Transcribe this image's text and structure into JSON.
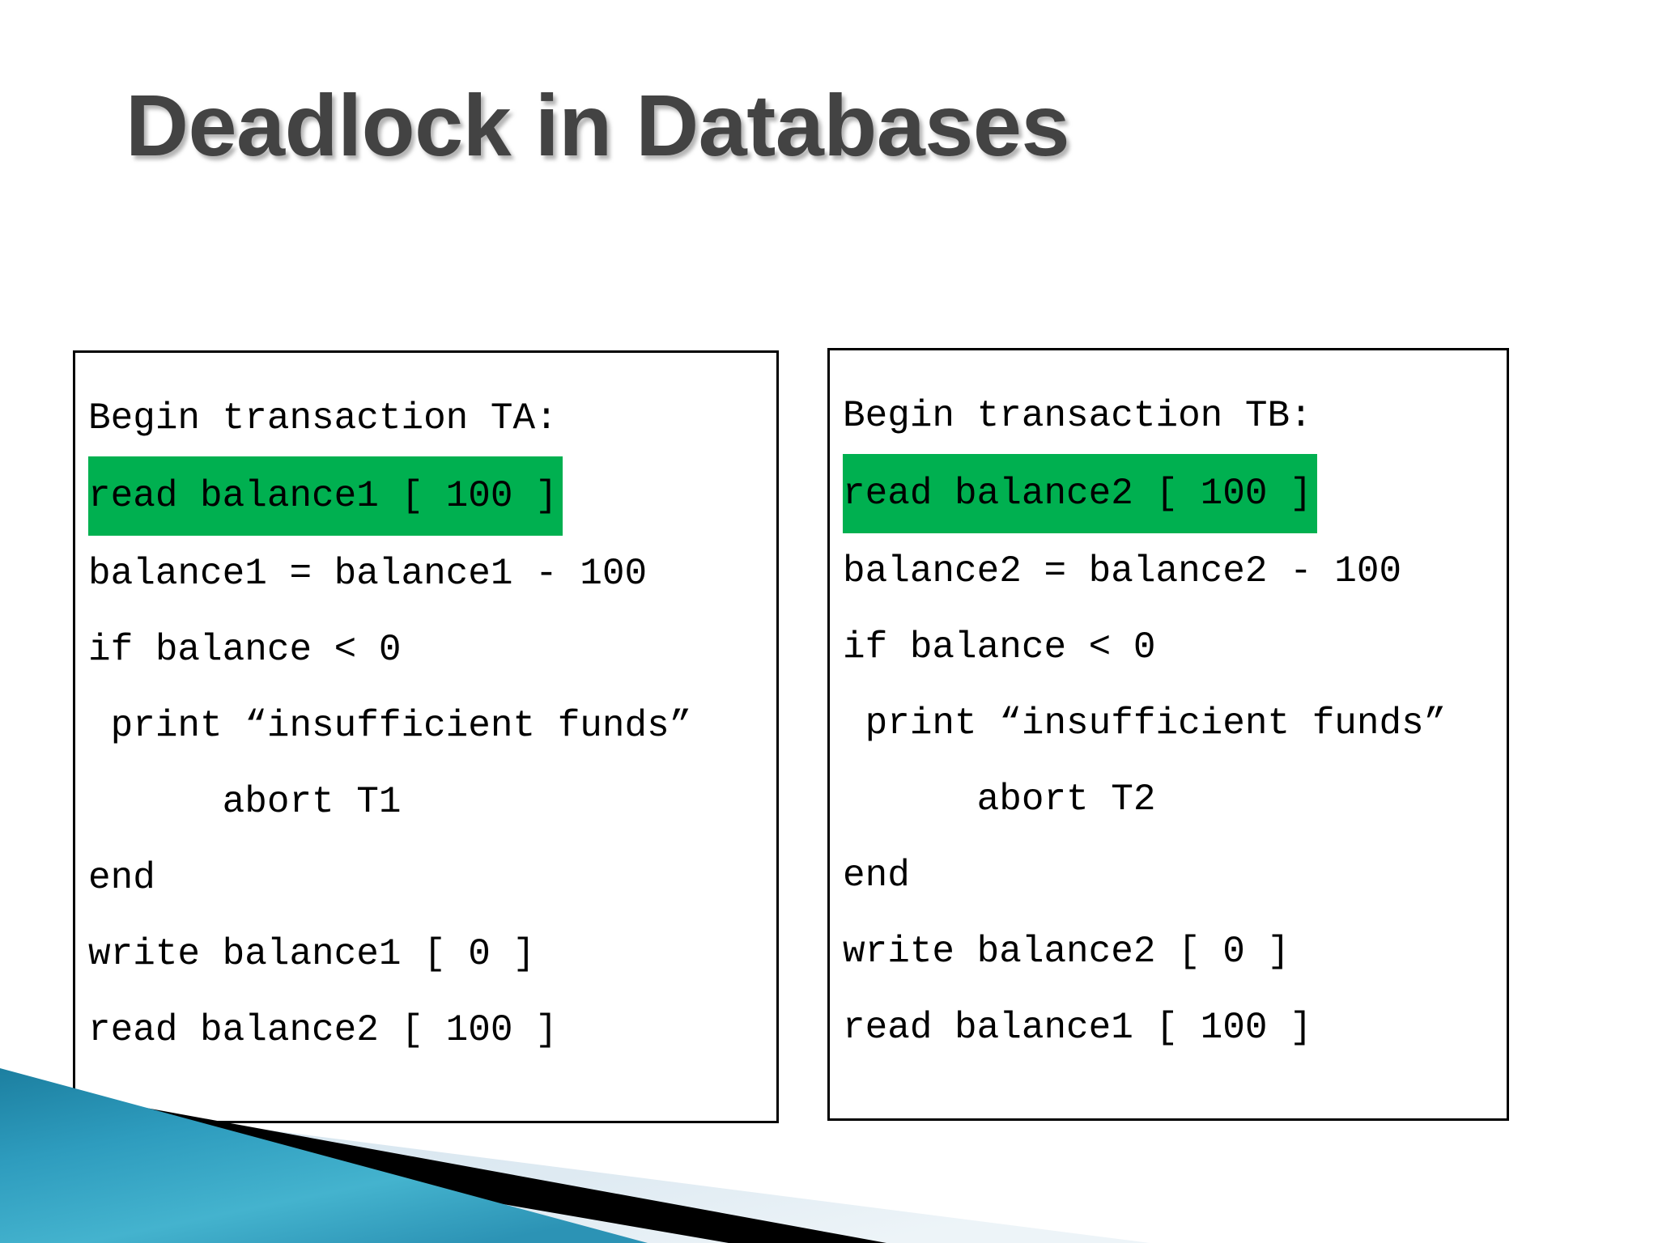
{
  "slide": {
    "title": "Deadlock in Databases",
    "title_color": "#434343",
    "background_color": "#ffffff"
  },
  "highlight_color": "#00B050",
  "border_color": "#000000",
  "transactions": [
    {
      "name": "transaction-ta",
      "lines": [
        {
          "text": "Begin transaction TA:",
          "highlighted": false
        },
        {
          "text": "read balance1 [ 100 ]",
          "highlighted": true
        },
        {
          "text": "balance1 = balance1 - 100",
          "highlighted": false
        },
        {
          "text": "if balance < 0",
          "highlighted": false
        },
        {
          "text": " print “insufficient funds”",
          "highlighted": false
        },
        {
          "text": "      abort T1",
          "highlighted": false
        },
        {
          "text": "end",
          "highlighted": false
        },
        {
          "text": "write balance1 [ 0 ]",
          "highlighted": false
        },
        {
          "text": "read balance2 [ 100 ]",
          "highlighted": false
        }
      ]
    },
    {
      "name": "transaction-tb",
      "lines": [
        {
          "text": "Begin transaction TB:",
          "highlighted": false
        },
        {
          "text": "read balance2 [ 100 ]",
          "highlighted": true
        },
        {
          "text": "balance2 = balance2 - 100",
          "highlighted": false
        },
        {
          "text": "if balance < 0",
          "highlighted": false
        },
        {
          "text": " print “insufficient funds”",
          "highlighted": false
        },
        {
          "text": "      abort T2",
          "highlighted": false
        },
        {
          "text": "end",
          "highlighted": false
        },
        {
          "text": "write balance2 [ 0 ]",
          "highlighted": false
        },
        {
          "text": "read balance1 [ 100 ]",
          "highlighted": false
        }
      ]
    }
  ],
  "decoration": {
    "name": "corner-ribbon",
    "teal_light": "#3FAFCB",
    "teal_dark": "#127FA3",
    "black": "#000000",
    "pale_blue": "#DCE9F1"
  }
}
